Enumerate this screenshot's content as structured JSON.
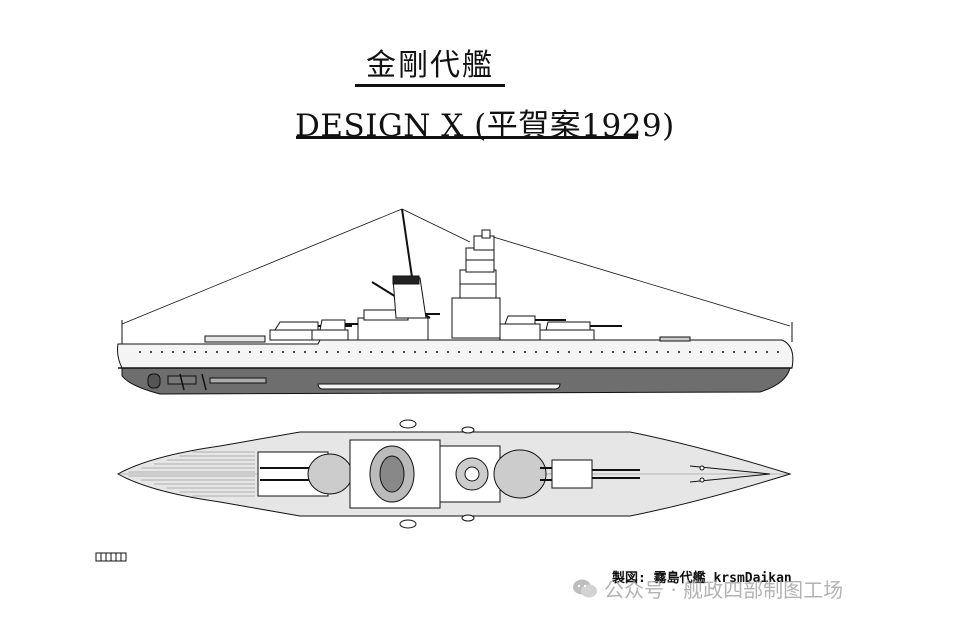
{
  "title": {
    "main": "金剛代艦",
    "sub": "DESIGN X (平賀案1929)"
  },
  "credit": "製図: 霧島代艦 krsmDaikan",
  "watermark": {
    "icon": "wechat-icon",
    "text": "公众号 · 舰政四部制图工场"
  },
  "colors": {
    "ink": "#111111",
    "hull_lower": "#6e6e6e",
    "hull_upper": "#f4f4f4",
    "deck": "#e6e6e6",
    "watermark": "#9a9a9a"
  }
}
